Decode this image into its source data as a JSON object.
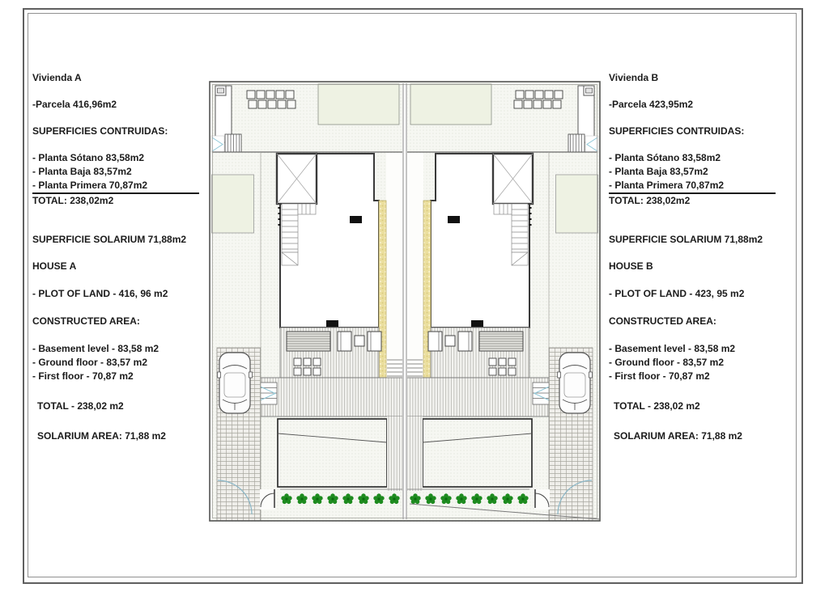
{
  "house_a": {
    "title": "Vivienda A",
    "parcela": "-Parcela 416,96m2",
    "superficies_heading": "SUPERFICIES CONTRUIDAS:",
    "planta_sotano": "- Planta Sótano 83,58m2",
    "planta_baja": "- Planta Baja 83,57m2",
    "planta_primera": "- Planta Primera 70,87m2",
    "total_es": "TOTAL: 238,02m2",
    "solarium_es": "SUPERFICIE SOLARIUM 71,88m2",
    "house_en": "HOUSE A",
    "plot_en": "- PLOT OF LAND - 416, 96 m2",
    "constructed_heading": "CONSTRUCTED AREA:",
    "basement": "- Basement level - 83,58 m2",
    "ground": "- Ground floor - 83,57 m2",
    "first": "- First floor - 70,87 m2",
    "total_en": "TOTAL - 238,02 m2",
    "solarium_en": "SOLARIUM AREA: 71,88 m2"
  },
  "house_b": {
    "title": "Vivienda B",
    "parcela": "-Parcela 423,95m2",
    "superficies_heading": "SUPERFICIES CONTRUIDAS:",
    "planta_sotano": "- Planta Sótano 83,58m2",
    "planta_baja": "- Planta Baja 83,57m2",
    "planta_primera": "- Planta Primera 70,87m2",
    "total_es": "TOTAL: 238,02m2",
    "solarium_es": "SUPERFICIE SOLARIUM 71,88m2",
    "house_en": "HOUSE B",
    "plot_en": "- PLOT OF LAND - 423, 95 m2",
    "constructed_heading": "CONSTRUCTED AREA:",
    "basement": "- Basement level - 83,58 m2",
    "ground": "- Ground floor - 83,57 m2",
    "first": "- First floor - 70,87 m2",
    "total_en": "TOTAL - 238,02 m2",
    "solarium_en": "SOLARIUM AREA: 71,88 m2"
  },
  "colors": {
    "shrub_green": "#1e8b1f",
    "sand_wall": "#ebdf9e",
    "teal_accent": "#8fc8d8",
    "pergola_fill": "#eef2e3",
    "line_dark": "#3a3a3a"
  }
}
